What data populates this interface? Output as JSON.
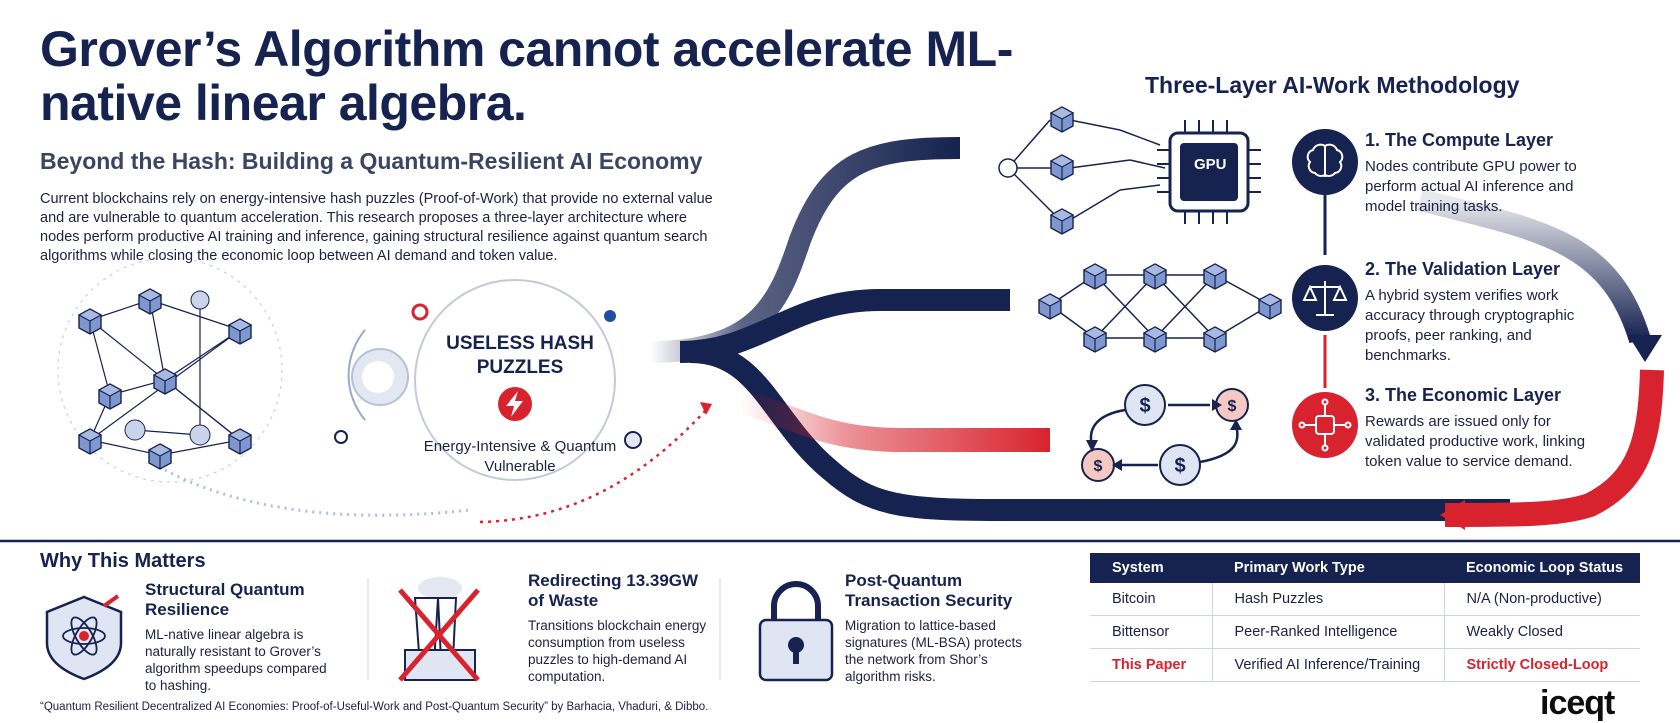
{
  "title": "Grover’s Algorithm cannot accelerate ML-native linear algebra.",
  "subtitle": "Beyond the Hash: Building a Quantum-Resilient AI Economy",
  "intro": "Current blockchains rely on energy-intensive hash puzzles (Proof-of-Work) that provide no external value and are vulnerable to quantum acceleration. This research proposes a three-layer architecture where nodes perform productive AI training and inference, gaining structural resilience against quantum search algorithms while closing the economic loop between AI demand and token value.",
  "puzzles": {
    "title": "USELESS HASH PUZZLES",
    "caption": "Energy-Intensive & Quantum Vulnerable"
  },
  "methodology": {
    "title": "Three-Layer AI-Work Methodology",
    "gpu_label": "GPU",
    "layers": [
      {
        "title": "1. The Compute Layer",
        "text": "Nodes contribute GPU power to perform actual AI inference and model training tasks."
      },
      {
        "title": "2. The Validation Layer",
        "text": "A hybrid system verifies work accuracy through cryptographic proofs, peer ranking, and benchmarks."
      },
      {
        "title": "3. The Economic Layer",
        "text": "Rewards are issued only for validated productive work, linking token value to service demand."
      }
    ]
  },
  "why": {
    "title": "Why This Matters",
    "cards": [
      {
        "title": "Structural Quantum Resilience",
        "text": "ML-native linear algebra is naturally resistant to Grover’s algorithm speedups compared to hashing.",
        "icon": "atom-shield-icon"
      },
      {
        "title": "Redirecting 13.39GW of Waste",
        "text": "Transitions blockchain energy consumption from useless puzzles to high-demand AI computation.",
        "icon": "crossed-factory-icon"
      },
      {
        "title": "Post-Quantum Transaction Security",
        "text": "Migration to lattice-based signatures (ML-BSA) protects the network from Shor’s algorithm risks.",
        "icon": "padlock-icon"
      }
    ]
  },
  "table": {
    "headers": [
      "System",
      "Primary Work Type",
      "Economic Loop Status"
    ],
    "rows": [
      [
        "Bitcoin",
        "Hash Puzzles",
        "N/A (Non-productive)"
      ],
      [
        "Bittensor",
        "Peer-Ranked Intelligence",
        "Weakly Closed"
      ],
      [
        "This Paper",
        "Verified AI Inference/Training",
        "Strictly Closed-Loop"
      ]
    ]
  },
  "citation": "“Quantum Resilient Decentralized AI Economies: Proof-of-Useful-Work and Post-Quantum Security” by Barhacia, Vhaduri, & Dibbo.",
  "logo": "iceqt",
  "colors": {
    "navy": "#16224f",
    "red": "#d8232e",
    "node": "#6c86c4"
  }
}
